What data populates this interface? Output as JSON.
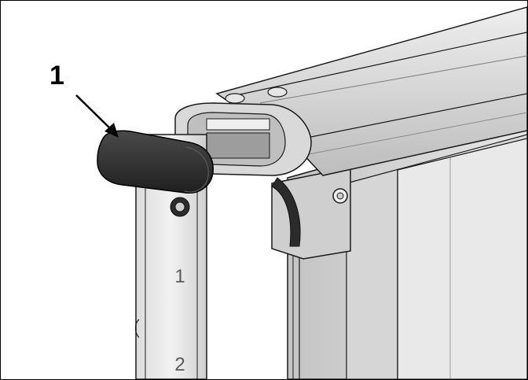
{
  "figure": {
    "callout": "1",
    "post_marks": [
      "1",
      "2"
    ]
  },
  "colors": {
    "outline": "#1a1a1a",
    "metal_light": "#e4e4e4",
    "metal_mid": "#cfcfcf",
    "metal_dark": "#a9a9a9",
    "cap": "#2b2b2b"
  }
}
